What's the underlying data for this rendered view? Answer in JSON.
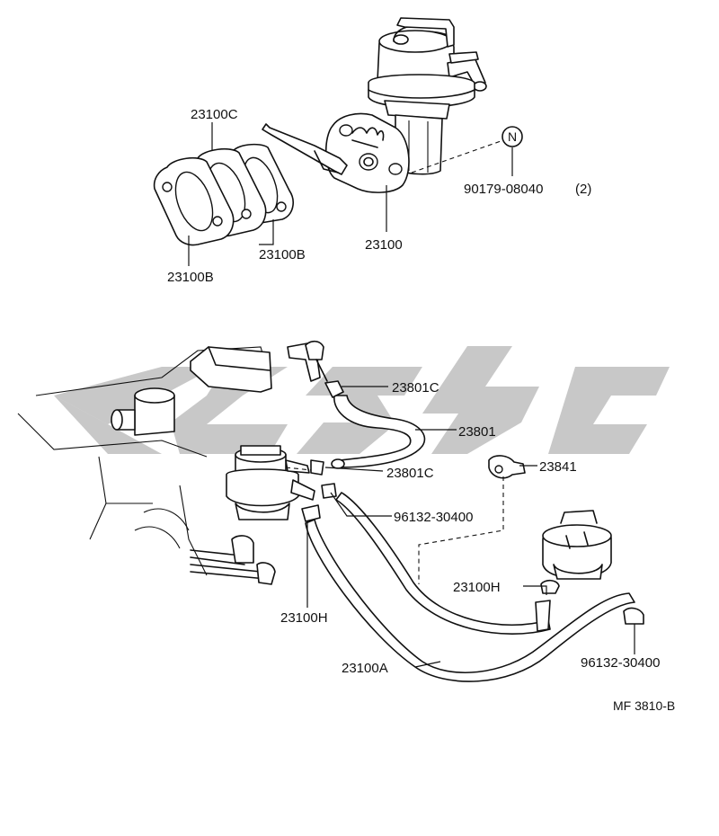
{
  "diagram": {
    "code": "MF 3810-B",
    "watermark_color": "#9a9a9a",
    "line_color": "#111111",
    "callouts": {
      "c_23100C": "23100C",
      "c_23100B_right": "23100B",
      "c_23100B_left": "23100B",
      "c_23100": "23100",
      "c_90179": "90179-08040",
      "c_90179_qty": "(2)",
      "c_N_marker": "N",
      "c_23801C_top": "23801C",
      "c_23801": "23801",
      "c_23801C_bottom": "23801C",
      "c_23841": "23841",
      "c_96132_left": "96132-30400",
      "c_23100H_right": "23100H",
      "c_23100H_left": "23100H",
      "c_23100A": "23100A",
      "c_96132_right": "96132-30400"
    }
  }
}
